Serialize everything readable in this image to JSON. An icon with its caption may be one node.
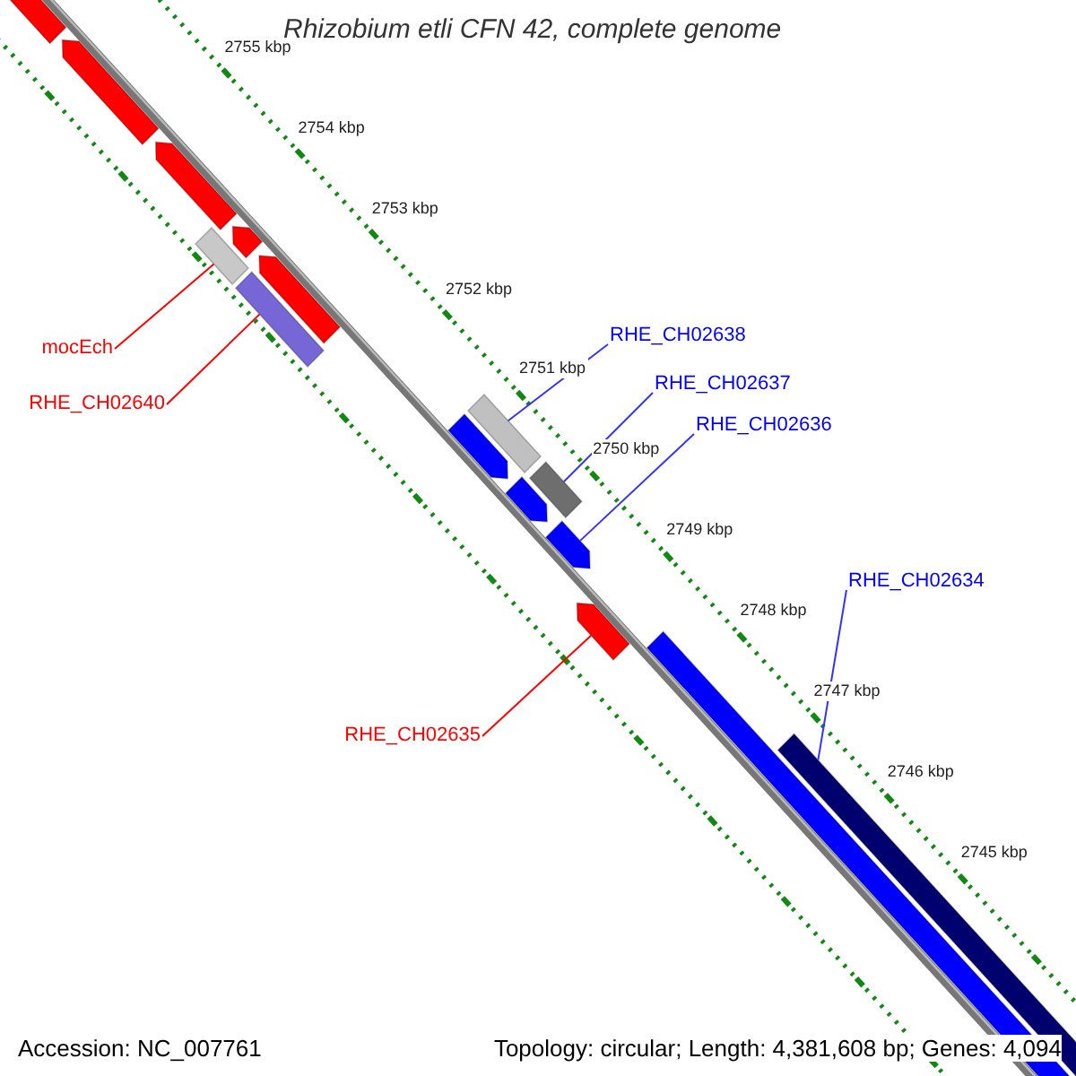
{
  "diagram": {
    "title": "Rhizobium etli CFN 42, complete genome",
    "nodes": [
      {
        "text": [
          "RHE_CH02638"
        ]
      },
      {
        "text": [
          "mocEch"
        ]
      },
      {
        "text": [
          "RHE_CH02637"
        ]
      },
      {
        "text": [
          "RHE_CH02640"
        ]
      },
      {
        "text": [
          "RHE_CH02636"
        ]
      },
      {
        "text": [
          "RHE_CH02634"
        ]
      },
      {
        "text": [
          "RHE_CH02635"
        ]
      },
      {
        "text": [],
        "shape": "pentagon"
      },
      {
        "text": [],
        "shape": "pentagon"
      },
      {
        "text": [],
        "shape": "pentagon"
      },
      {
        "text": [],
        "shape": "bar"
      },
      {
        "text": [],
        "shape": "pentagon"
      },
      {
        "text": [],
        "shape": "bar"
      },
      {
        "text": [],
        "shape": "pentagon"
      },
      {
        "text": [],
        "shape": "pentagon"
      },
      {
        "text": [],
        "shape": "bar"
      },
      {
        "text": [],
        "shape": "pentagon"
      },
      {
        "text": [],
        "shape": "bar"
      },
      {
        "text": [],
        "shape": "pentagon"
      },
      {
        "text": [],
        "shape": "pentagon"
      },
      {
        "text": [],
        "shape": "pentagon"
      },
      {
        "text": [],
        "shape": "pentagon"
      }
    ],
    "edges": [
      {
        "from": 0,
        "to": 15,
        "arrow": "none"
      },
      {
        "from": 1,
        "to": 10,
        "arrow": "none",
        "color": "#ff0000"
      },
      {
        "from": 2,
        "to": 17,
        "arrow": "none"
      },
      {
        "from": 3,
        "to": 12,
        "arrow": "none",
        "color": "#ff0000"
      },
      {
        "from": 4,
        "to": 18,
        "arrow": "none"
      },
      {
        "from": 5,
        "to": 21,
        "arrow": "none"
      },
      {
        "from": 6,
        "to": 19,
        "arrow": "none",
        "color": "#ff0000"
      }
    ],
    "labels": [
      "2755 kbp",
      "2754 kbp",
      "2753 kbp",
      "2752 kbp",
      "2751 kbp",
      "2750 kbp",
      "2749 kbp",
      "2748 kbp",
      "2747 kbp",
      "2746 kbp",
      "2745 kbp",
      "Accession: NC_007761",
      "Topology: circular; Length: 4,381,608 bp; Genes: 4,094"
    ]
  }
}
